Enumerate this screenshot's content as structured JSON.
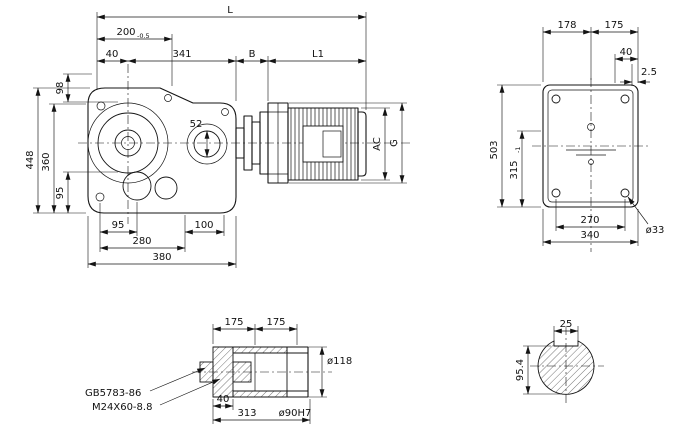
{
  "side_view": {
    "L": "L",
    "d200": "200",
    "d200_tol": "-0.5",
    "d40": "40",
    "d341": "341",
    "B": "B",
    "L1": "L1",
    "d98": "98",
    "d448": "448",
    "d360": "360",
    "d95_left": "95",
    "d52": "52",
    "d95_bottom": "95",
    "d100": "100",
    "d280": "280",
    "d380": "380",
    "AC": "AC",
    "G": "G"
  },
  "end_view": {
    "d178": "178",
    "d175": "175",
    "d40": "40",
    "d2_5": "2.5",
    "d503": "503",
    "d315": "315",
    "d315_tol": "-1",
    "d270": "270",
    "d33": "ø33",
    "d340": "340"
  },
  "shaft_detail": {
    "d175a": "175",
    "d175b": "175",
    "bolt_standard": "GB5783-86",
    "bolt_spec": "M24X60-8.8",
    "d40": "40",
    "d313": "313",
    "d118": "ø118",
    "d90": "ø90H7"
  },
  "shaft_section": {
    "d25": "25",
    "d95_4": "95.4"
  }
}
